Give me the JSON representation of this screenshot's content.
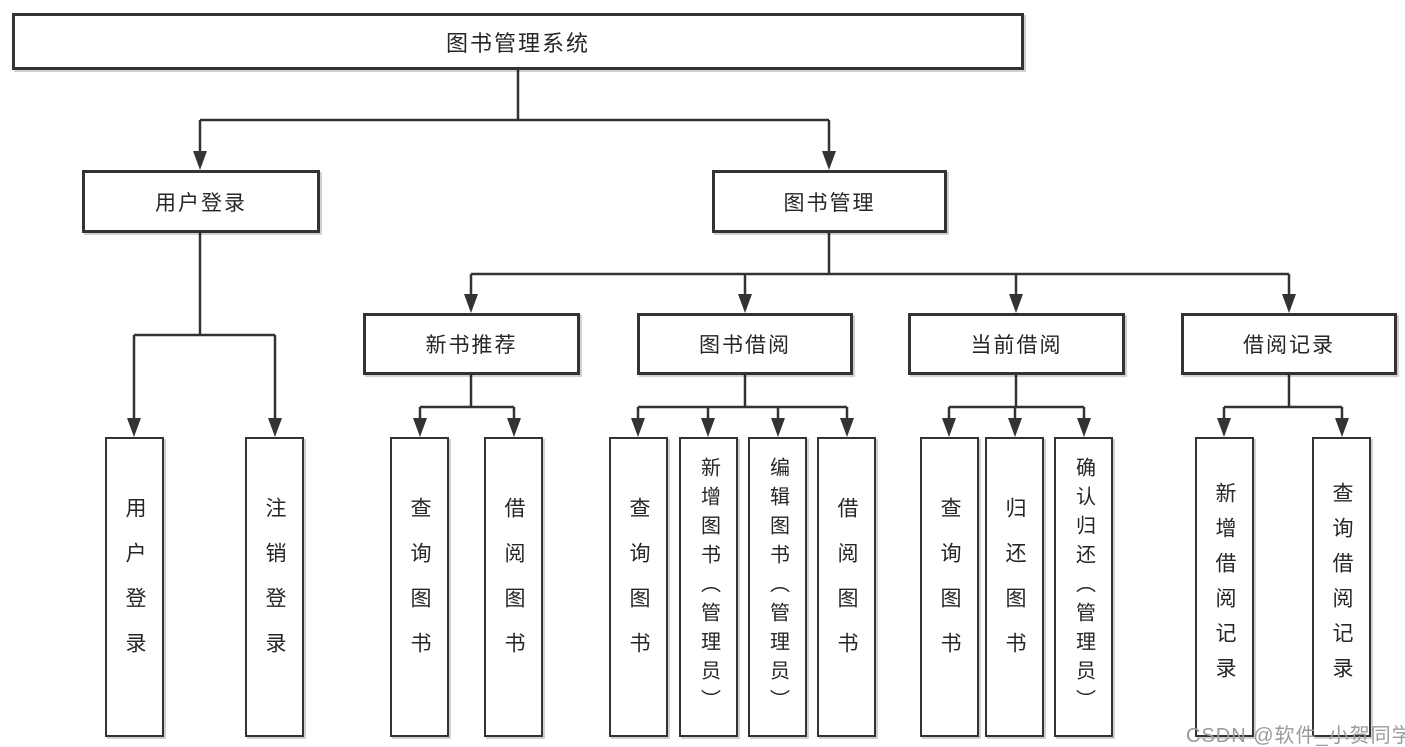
{
  "root": {
    "label": "图书管理系统"
  },
  "branches": {
    "user_login": {
      "label": "用户登录",
      "children": {
        "login": {
          "label": "用户登录"
        },
        "logout": {
          "label": "注销登录"
        }
      }
    },
    "book_mgmt": {
      "label": "图书管理",
      "children": {
        "new_books": {
          "label": "新书推荐",
          "children": {
            "query": {
              "label": "查询图书"
            },
            "borrow": {
              "label": "借阅图书"
            }
          }
        },
        "book_borrow": {
          "label": "图书借阅",
          "children": {
            "query": {
              "label": "查询图书"
            },
            "add": {
              "label": "新增图书（管理员）"
            },
            "edit": {
              "label": "编辑图书（管理员）"
            },
            "borrow": {
              "label": "借阅图书"
            }
          }
        },
        "current_borrow": {
          "label": "当前借阅",
          "children": {
            "query": {
              "label": "查询图书"
            },
            "return": {
              "label": "归还图书"
            },
            "confirm": {
              "label": "确认归还（管理员）"
            }
          }
        },
        "borrow_records": {
          "label": "借阅记录",
          "children": {
            "add": {
              "label": "新增借阅记录"
            },
            "query": {
              "label": "查询借阅记录"
            }
          }
        }
      }
    }
  },
  "watermark": {
    "text": "CSDN @软件_小贺同学"
  },
  "colors": {
    "line": "#333333",
    "box_border": "#333333",
    "text": "#262626",
    "watermark": "#9b9b9b",
    "background": "#ffffff"
  }
}
